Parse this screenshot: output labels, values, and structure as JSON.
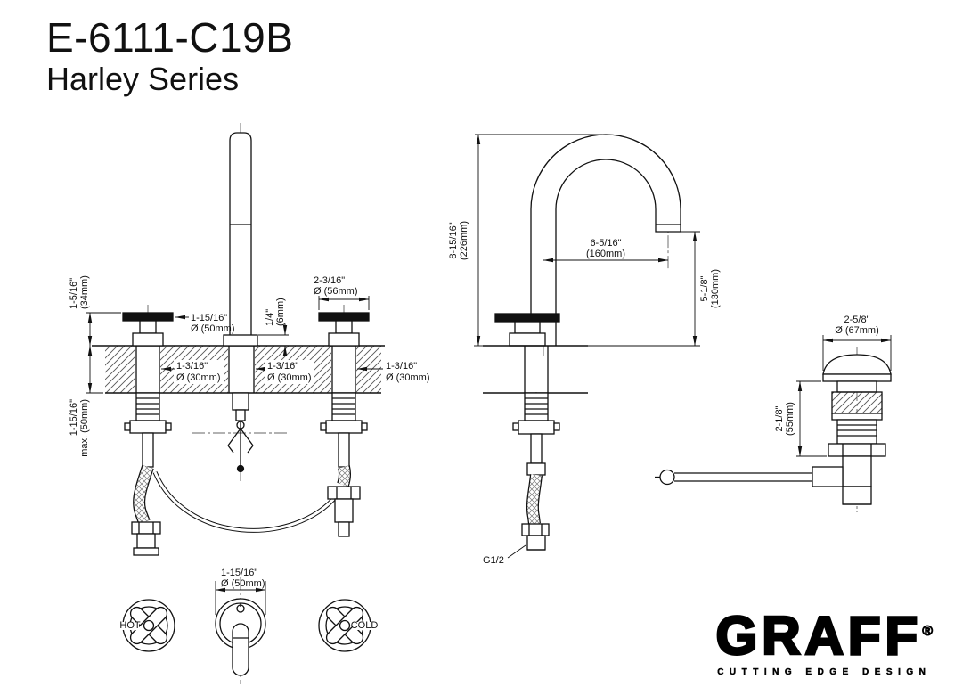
{
  "header": {
    "model": "E-6111-C19B",
    "series": "Harley Series"
  },
  "front_view": {
    "handle_height_in": "1-5/16\"",
    "handle_height_mm": "(34mm)",
    "handle_dia_in": "1-15/16\"",
    "handle_dia_mm": "Ø (50mm)",
    "cross_handle_dia_in": "2-3/16\"",
    "cross_handle_dia_mm": "Ø (56mm)",
    "spout_base_in": "1/4\"",
    "spout_base_mm": "(6mm)",
    "hole_left_in": "1-3/16\"",
    "hole_left_mm": "Ø (30mm)",
    "hole_center_in": "1-3/16\"",
    "hole_center_mm": "Ø (30mm)",
    "hole_right_in": "1-3/16\"",
    "hole_right_mm": "Ø (30mm)",
    "deck_max_in": "1-15/16\"",
    "deck_max_mm": "max. (50mm)"
  },
  "side_view": {
    "height_in": "8-15/16\"",
    "height_mm": "(226mm)",
    "reach_in": "6-5/16\"",
    "reach_mm": "(160mm)",
    "outlet_height_in": "5-1/8\"",
    "outlet_height_mm": "(130mm)",
    "thread": "G1/2"
  },
  "drain": {
    "flange_dia_in": "2-5/8\"",
    "flange_dia_mm": "Ø (67mm)",
    "height_in": "2-1/8\"",
    "height_mm": "(55mm)"
  },
  "plan": {
    "valve_dia_in": "1-15/16\"",
    "valve_dia_mm": "Ø (50mm)",
    "hot": "HOT",
    "cold": "COLD"
  },
  "logo": {
    "brand": "GRAFF",
    "reg": "®",
    "tagline": "CUTTING EDGE DESIGN"
  },
  "colors": {
    "line": "#111111",
    "hatch": "#555555"
  }
}
